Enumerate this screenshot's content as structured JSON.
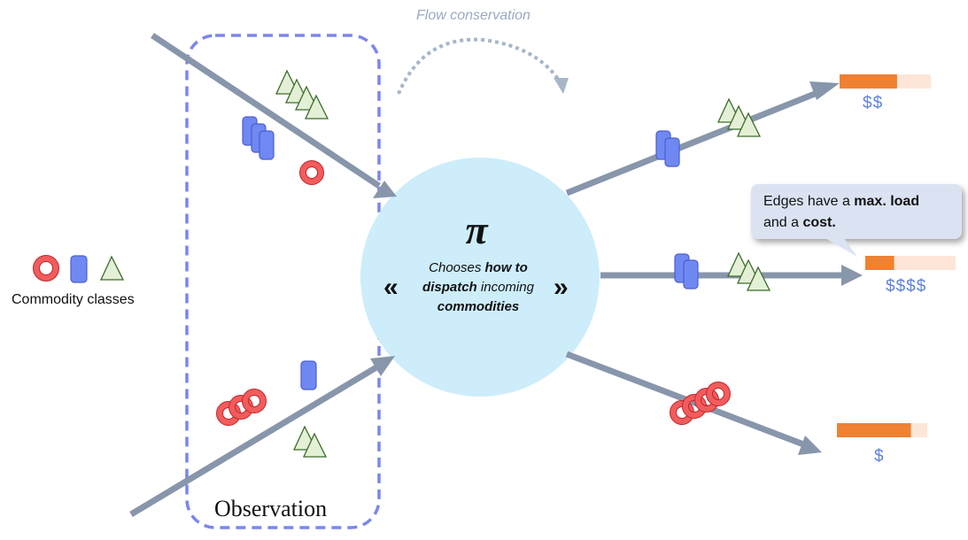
{
  "title": "Flow conservation",
  "legend": {
    "label": "Commodity classes"
  },
  "observation": {
    "label": "Observation"
  },
  "policy": {
    "symbol": "π",
    "text_chooses": "Chooses ",
    "text_how_to": "how to",
    "text_dispatch": "dispatch",
    "text_incoming": " incoming",
    "text_commodities": "commodities",
    "open_quote": "«",
    "close_quote": "»"
  },
  "callout": {
    "text_prefix": "Edges have a ",
    "text_max_load": "max. load",
    "text_and_a": "and a ",
    "text_cost": "cost."
  },
  "edges": [
    {
      "cost_label": "$$",
      "load_fraction": 0.63
    },
    {
      "cost_label": "$$$$",
      "load_fraction": 0.32
    },
    {
      "cost_label": "$",
      "load_fraction": 0.82
    }
  ],
  "colors": {
    "arrow": "#8896ab",
    "dashed_box": "#7b86ec",
    "policy_node": "#cdedfb",
    "ring_fill": "#f25c5c",
    "ring_stroke": "#c0262b",
    "rect_fill": "#7088f2",
    "rect_stroke": "#4a5fd0",
    "triangle_fill": "#e3f0d5",
    "triangle_stroke": "#3d6b2c",
    "load_bar": "#ef8132",
    "load_bar_bg": "#fde6d8",
    "cost_text": "#5e83d6",
    "callout_bg": "#dbe3f3"
  }
}
